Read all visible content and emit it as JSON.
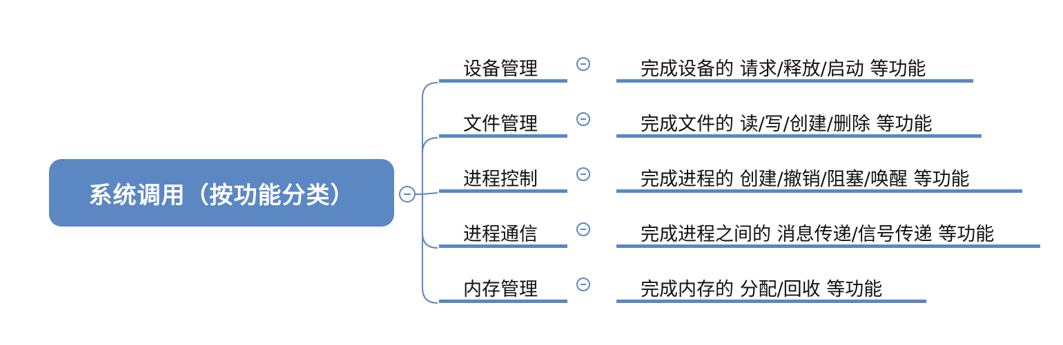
{
  "root": {
    "label": "系统调用（按功能分类）"
  },
  "branches": [
    {
      "category": "设备管理",
      "description": "完成设备的 请求/释放/启动 等功能"
    },
    {
      "category": "文件管理",
      "description": "完成文件的 读/写/创建/删除 等功能"
    },
    {
      "category": "进程控制",
      "description": "完成进程的 创建/撤销/阻塞/唤醒 等功能"
    },
    {
      "category": "进程通信",
      "description": "完成进程之间的 消息传递/信号传递 等功能"
    },
    {
      "category": "内存管理",
      "description": "完成内存的 分配/回收 等功能"
    }
  ],
  "colors": {
    "accent": "#5b87c3",
    "text": "#111111",
    "root_text": "#ffffff"
  },
  "icons": {
    "collapse": "minus-circle-icon"
  }
}
